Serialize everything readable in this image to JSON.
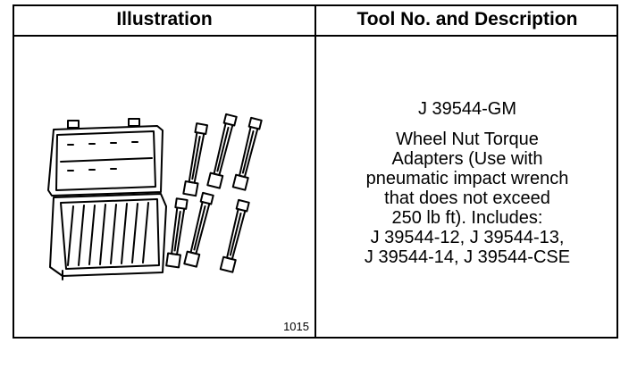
{
  "table": {
    "headers": [
      "Illustration",
      "Tool No. and Description"
    ],
    "figure_number": "1015",
    "tool_number": "J 39544-GM",
    "description_lines": [
      "Wheel Nut Torque",
      "Adapters (Use with",
      "pneumatic impact wrench",
      "that does not exceed",
      "250 lb ft). Includes:",
      "J 39544-12, J 39544-13,",
      "J 39544-14, J 39544-CSE"
    ]
  },
  "illustration": {
    "icon": "torque-adapter-kit-with-case-icon"
  }
}
